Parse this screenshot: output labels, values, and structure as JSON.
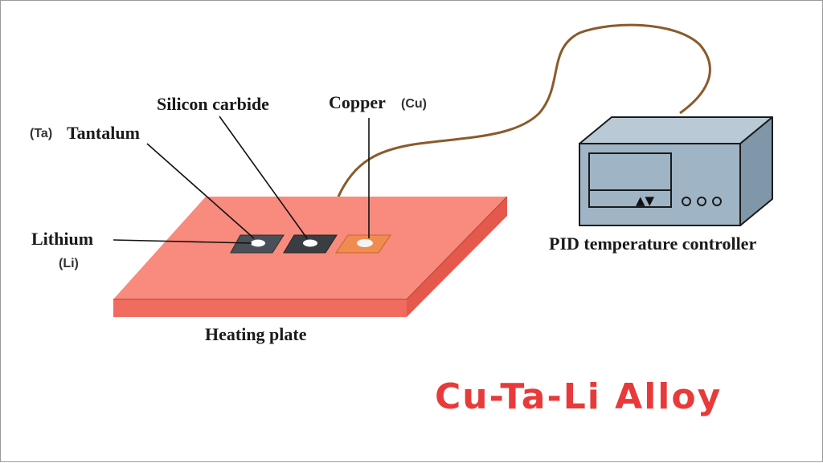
{
  "labels": {
    "tantalum": "Tantalum",
    "tantalum_symbol": "(Ta)",
    "silicon_carbide": "Silicon carbide",
    "copper": "Copper",
    "copper_symbol": "(Cu)",
    "lithium": "Lithium",
    "lithium_symbol": "(Li)",
    "heating_plate": "Heating plate",
    "pid_controller": "PID temperature controller"
  },
  "title": "Cu-Ta-Li Alloy",
  "controller": {
    "arrows": "▲▼",
    "knobs": [
      "knob-1",
      "knob-2",
      "knob-3"
    ]
  },
  "icons": [
    "heating-plate",
    "pid-controller-box",
    "wire",
    "sample"
  ],
  "colors": {
    "plate_top": "#f88a7e",
    "plate_front": "#f06c5e",
    "plate_side": "#e4594c",
    "controller_front": "#9fb4c4",
    "controller_top": "#b9cad6",
    "controller_side": "#7f97a8",
    "wire": "#8b5a2b",
    "tantalum_sample": "#4a5058",
    "sic_sample": "#3a3d42",
    "copper_sample": "#f08c50",
    "title": "#e83a3a"
  }
}
